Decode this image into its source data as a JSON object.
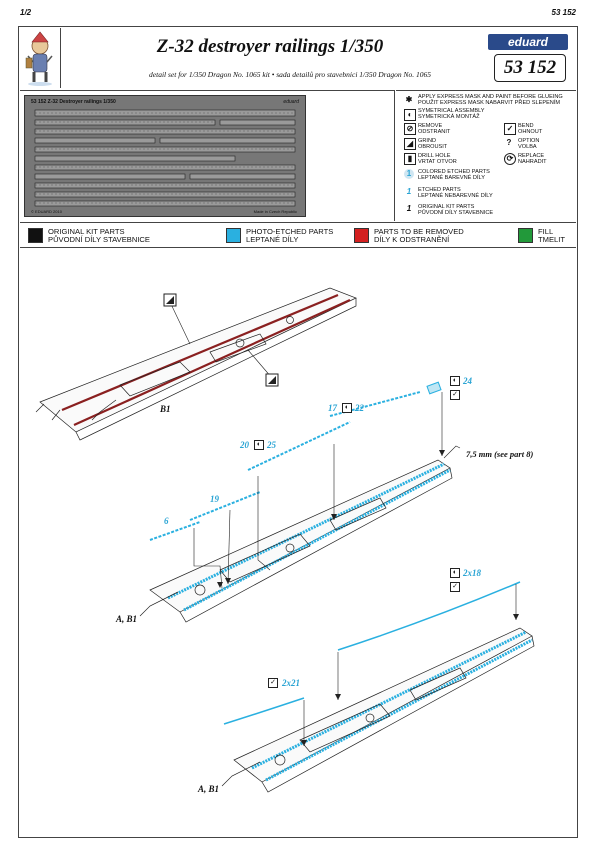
{
  "page": {
    "left": "1/2",
    "right": "53 152"
  },
  "header": {
    "title": "Z-32 destroyer railings  1/350",
    "subtitle": "detail set for 1/350 Dragon No. 1065 kit  •  sada detailů pro stavebnici 1/350 Dragon No. 1065",
    "brand": "eduard",
    "catalog_number": "53 152"
  },
  "fret": {
    "title": "53 152   Z-32 Destroyer railings   1/350",
    "brand": "eduard",
    "made_in": "Made in Czech Republic",
    "copyright": "© EDUARD 2010"
  },
  "legend": {
    "items": [
      {
        "icon": "paint-mask-icon",
        "text": "APPLY EXPRESS MASK AND PAINT BEFORE GLUEING\nPOUŽIT EXPRESS MASK NABARVIT PŘED SLEPENÍM"
      },
      {
        "icon": "symmetrical-icon",
        "text": "SYMETRICAL ASSEMBLY\nSYMETRICKÁ MONTÁŽ"
      },
      {
        "icon": "remove-icon",
        "text": "REMOVE\nODSTRANIT"
      },
      {
        "icon": "bend-icon",
        "text": "BEND\nOHNOUT"
      },
      {
        "icon": "grind-icon",
        "text": "GRIND\nOBROUSIT"
      },
      {
        "icon": "option-icon",
        "text": "OPTION\nVOLBA"
      },
      {
        "icon": "drill-icon",
        "text": "DRILL HOLE\nVRTAT OTVOR"
      },
      {
        "icon": "replace-icon",
        "text": "REPLACE\nNAHRADIT"
      },
      {
        "icon": "colored-etched-icon",
        "text": "COLORED ETCHED PARTS\nLEPTANÉ BAREVNÉ DÍLY"
      },
      {
        "icon": "etched-icon",
        "text": "ETCHED PARTS\nLEPTANÉ NEBAREVNÉ DÍLY"
      },
      {
        "icon": "kit-part-icon",
        "text": "ORIGINAL KIT PARTS\nPŮVODNÍ DÍLY STAVEBNICE"
      }
    ]
  },
  "colorkey": [
    {
      "color": "#111111",
      "line1": "ORIGINAL KIT PARTS",
      "line2": "PŮVODNÍ DÍLY STAVEBNICE"
    },
    {
      "color": "#2ab0e0",
      "line1": "PHOTO-ETCHED PARTS",
      "line2": "LEPTANÉ DÍLY"
    },
    {
      "color": "#d42020",
      "line1": "PARTS TO BE REMOVED",
      "line2": "DÍLY K ODSTRANĚNÍ"
    },
    {
      "color": "#22993a",
      "line1": "FILL",
      "line2": "TMELIT"
    }
  ],
  "callouts": {
    "b1": "B1",
    "ab1_a": "A, B1",
    "ab1_b": "A, B1",
    "p24": "24",
    "p17": "17",
    "p22": "22",
    "p20": "20",
    "p25": "25",
    "p19": "19",
    "p6": "6",
    "dim": "7,5 mm (see part 8)",
    "p2x18": "2x18",
    "p2x21": "2x21"
  },
  "colors": {
    "blue": "#2aa4d4",
    "red": "#8a2020",
    "frame": "#444444"
  }
}
